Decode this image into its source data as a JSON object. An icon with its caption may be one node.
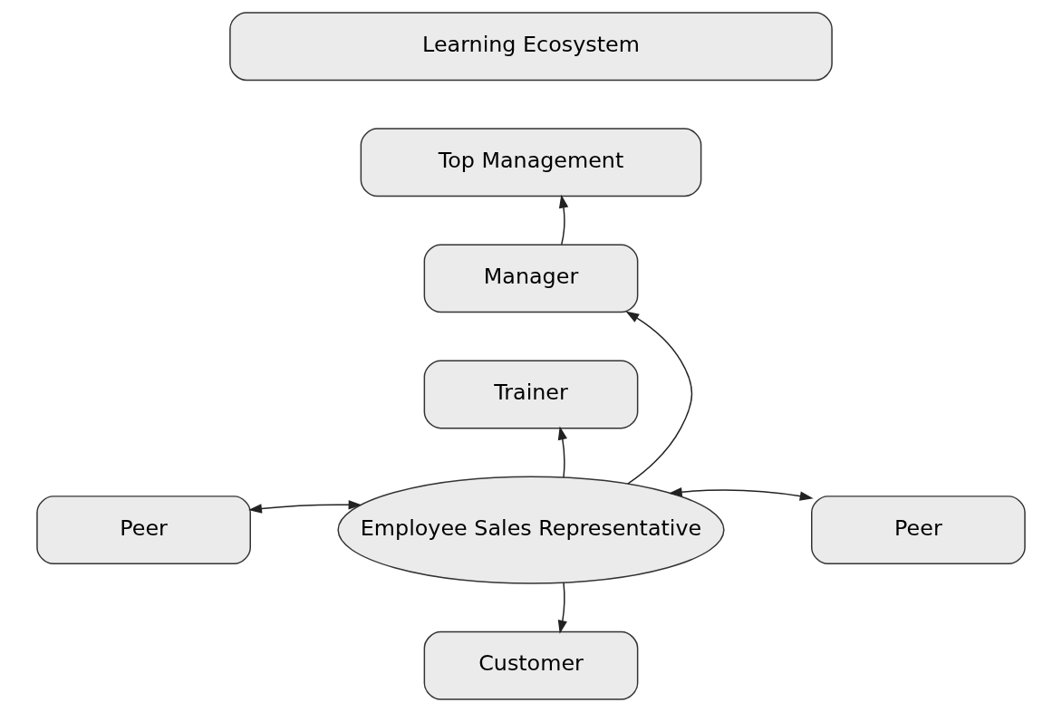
{
  "diagram": {
    "nodes": [
      {
        "text": [
          "Learning Ecosystem"
        ]
      },
      {
        "text": [
          "Top Management"
        ]
      },
      {
        "text": [
          "Manager"
        ]
      },
      {
        "text": [
          "Trainer"
        ]
      },
      {
        "text": [
          "Peer"
        ]
      },
      {
        "text": [
          "Employee Sales Representative"
        ]
      },
      {
        "text": [
          "Peer"
        ]
      },
      {
        "text": [
          "Customer"
        ]
      }
    ],
    "edges": [
      {
        "from": 2,
        "to": 1,
        "arrow": "to"
      },
      {
        "from": 5,
        "to": 2,
        "arrow": "to"
      },
      {
        "from": 5,
        "to": 3,
        "arrow": "to"
      },
      {
        "from": 4,
        "to": 5,
        "arrow": "both"
      },
      {
        "from": 5,
        "to": 6,
        "arrow": "both"
      },
      {
        "from": 5,
        "to": 7,
        "arrow": "to"
      }
    ]
  }
}
